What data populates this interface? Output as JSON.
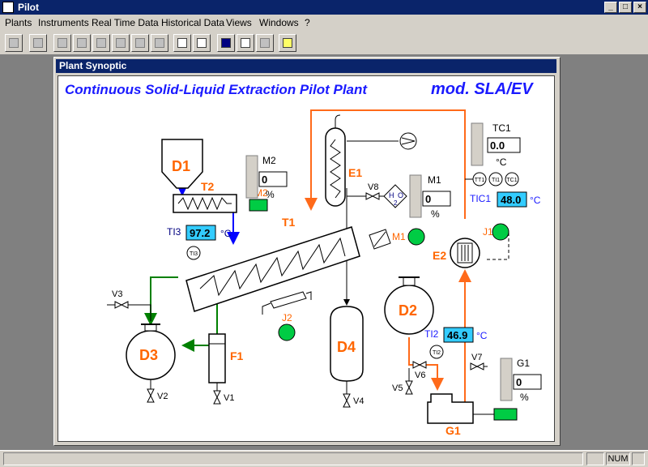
{
  "window": {
    "title": "Pilot"
  },
  "menu": [
    "Plants",
    "Instruments",
    "Real Time Data",
    "Historical Data",
    "Views",
    "Windows",
    "?"
  ],
  "child_window": {
    "title": "Plant Synoptic"
  },
  "synoptic": {
    "heading": "Continuous Solid-Liquid Extraction Pilot Plant",
    "model": "mod. SLA/EV",
    "equipment": {
      "D1": "D1",
      "D2": "D2",
      "D3": "D3",
      "D4": "D4",
      "E1": "E1",
      "E2": "E2",
      "F1": "F1",
      "G1": "G1",
      "T1": "T1",
      "T2": "T2",
      "J1": "J1",
      "J2": "J2",
      "M1": "M1",
      "M2": "M2"
    },
    "valves": {
      "V1": "V1",
      "V2": "V2",
      "V3": "V3",
      "V4": "V4",
      "V5": "V5",
      "V6": "V6",
      "V7": "V7",
      "V8": "V8"
    },
    "instruments": {
      "TI3": {
        "tag": "TI3",
        "value": "97.2",
        "unit": "°C"
      },
      "TI2": {
        "tag": "TI2",
        "value": "46.9",
        "unit": "°C"
      },
      "TIC1": {
        "tag": "TIC1",
        "value": "48.0",
        "unit": "°C"
      },
      "TC1": {
        "tag": "TC1",
        "value": "0.0",
        "unit": "°C"
      },
      "M2": {
        "tag": "M2",
        "value": "0",
        "unit": "%"
      },
      "M1": {
        "tag": "M1",
        "value": "0",
        "unit": "%"
      },
      "G1": {
        "tag": "G1",
        "value": "0",
        "unit": "%"
      }
    },
    "bubbles": {
      "TI3": "TI3",
      "TI2": "TI2",
      "TT1": "TT1",
      "TI1": "TI1",
      "TC1": "TC1"
    },
    "h2o": {
      "h": "H",
      "o": "O",
      "sub": "2"
    }
  },
  "status": {
    "num": "NUM"
  },
  "colors": {
    "orange_pipe": "#ff6a1a",
    "green_pipe": "#008000",
    "blue_pipe": "#0000ff",
    "heading_blue": "#1a1aff",
    "label_orange": "#ff6600",
    "readout_cyan": "#33ccff",
    "motor_green": "#00cc44"
  }
}
